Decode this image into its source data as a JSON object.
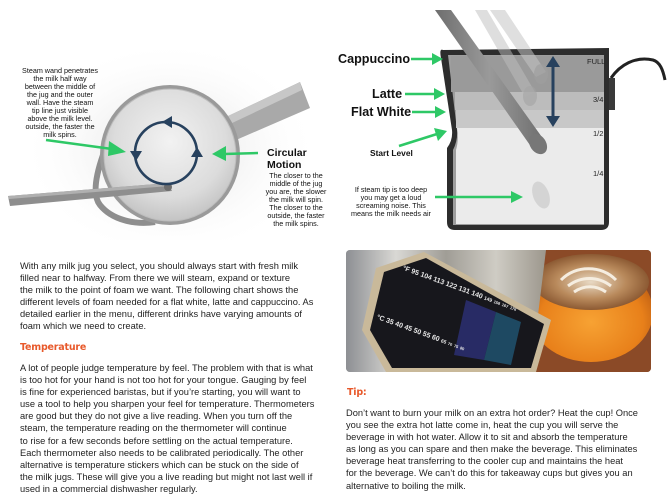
{
  "diagram_top_view": {
    "wand_note": [
      "Steam wand penetrates",
      "the milk half way",
      "between the middle of",
      "the jug and the outer",
      "wall. Have the steam",
      "tip line just visible",
      "above the milk level.",
      "outside, the faster the",
      "milk spins."
    ],
    "motion_title_1": "Circular",
    "motion_title_2": "Motion",
    "motion_note": [
      "The closer to the",
      "middle of the jug",
      "you are, the slower",
      "the milk will spin.",
      "The closer to the",
      "outside, the faster",
      "the milk spins."
    ],
    "arrow_color": "#2ec866",
    "circle_arrow_color": "#27415e"
  },
  "diagram_side_view": {
    "labels": {
      "cappuccino": "Cappuccino",
      "latte": "Latte",
      "flat_white": "Flat White",
      "start_level": "Start Level"
    },
    "scale": {
      "full": "FULL",
      "three_quarter": "3/4",
      "half": "1/2",
      "quarter": "1/4"
    },
    "deep_tip_note": [
      "If steam tip is too deep",
      "you may get a loud",
      "screaming noise. This",
      "means the milk needs air"
    ]
  },
  "intro": {
    "lines": [
      "With any milk jug you select, you should always start with fresh milk",
      "filled near to halfway. From there we will steam, expand or texture",
      "the milk to the point of foam we want. The following chart shows the",
      "different levels of foam needed for a flat white, latte and cappuccino. As",
      "detailed earlier in the menu, different drinks have varying amounts of",
      "foam which we need to create."
    ]
  },
  "temperature": {
    "heading": "Temperature",
    "lines": [
      "A lot of people judge temperature by feel. The problem with that is what",
      "is too hot for your hand is not too hot for your tongue. Gauging by feel",
      "is fine for experienced baristas, but if you’re starting, you will want to",
      "use a tool to help you sharpen your feel for temperature. Thermometers",
      "are good but they do not give a live reading. When you turn off the",
      "steam, the temperature reading on the thermometer will continue",
      "to rise for a few seconds before settling on the actual temperature.",
      "Each thermometer also needs to be calibrated periodically. The other",
      "alternative is temperature stickers which can be stuck on the side of",
      "the milk jugs. These will give you a live reading but might not last well if",
      "used in a commercial dishwasher regularly."
    ],
    "heading_color": "#e8592b"
  },
  "photo": {
    "fahrenheit_unit": "°F",
    "fahrenheit": [
      "95",
      "104",
      "113",
      "122",
      "131",
      "140",
      "149",
      "158",
      "167",
      "176"
    ],
    "celsius_unit": "°C",
    "celsius": [
      "35",
      "40",
      "45",
      "50",
      "55",
      "60",
      "65",
      "70",
      "75",
      "80"
    ]
  },
  "tip": {
    "heading": "Tip:",
    "lines": [
      "Don’t want to burn your milk on an extra hot order? Heat the cup! Once",
      "you see the extra hot latte come in, heat the cup you will serve the",
      "beverage in with hot water. Allow it to sit and absorb the temperature",
      "as long as you can spare and then make the beverage. This eliminates",
      "beverage heat transferring to the cooler cup and maintains the heat",
      "for the beverage. We can’t do this for takeaway cups but gives you an",
      "alternative to boiling the milk."
    ]
  }
}
